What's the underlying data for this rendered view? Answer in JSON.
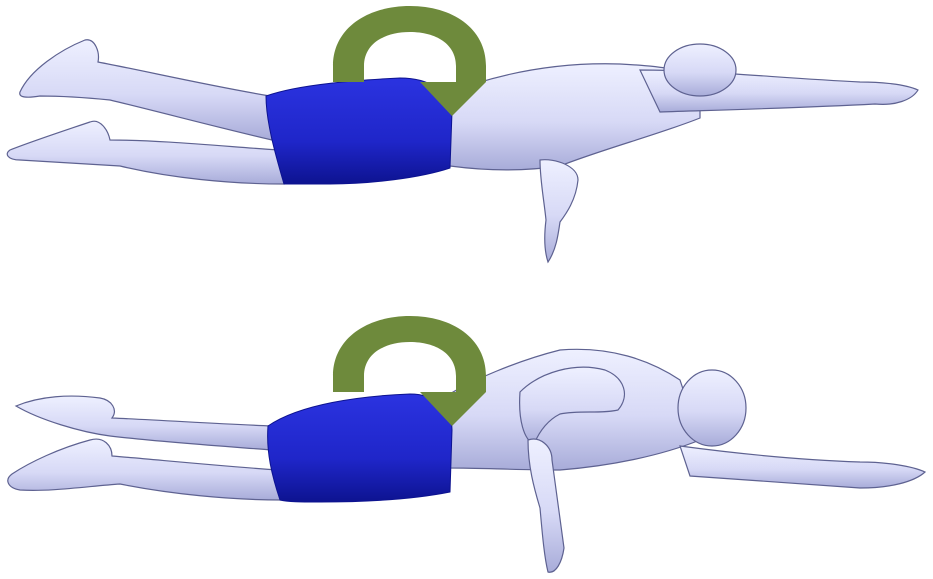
{
  "figure": {
    "panels": [
      {
        "id": "top",
        "pose": "flat-prone-streamline",
        "rotation_arrow": "clockwise"
      },
      {
        "id": "bottom",
        "pose": "rolled-side-recovery",
        "rotation_arrow": "clockwise"
      }
    ]
  },
  "colors": {
    "background": "#ffffff",
    "skin": "#d7d9f6",
    "skin_shade": "#a8acd9",
    "skin_outline": "#5e6291",
    "trunks": "#1f26c9",
    "trunks_dark": "#0d1390",
    "arrow": "#6e8a3c"
  }
}
